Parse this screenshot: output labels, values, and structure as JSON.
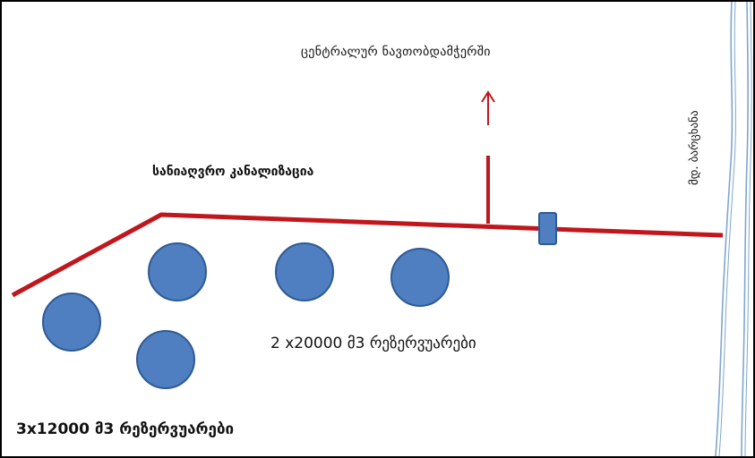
{
  "labels": {
    "central_depot": "ცენტრალურ ნავთობდამჭერში",
    "sewerage": "სანიაღვრო კანალიზაცია",
    "river": "მდ. ბარცხანა",
    "reservoirs_large": "2 x20000 მ3 რეზერვუარები",
    "reservoirs_small": "3x12000 მ3 რეზერვუარები"
  },
  "colors": {
    "pipe": "#c0161c",
    "reservoir_fill": "#4f7fc0",
    "reservoir_stroke": "#2e5a94",
    "river_line": "#7ea6cf"
  },
  "icons": {
    "flow_arrow": "arrow-up-icon",
    "valve": "valve-icon"
  }
}
